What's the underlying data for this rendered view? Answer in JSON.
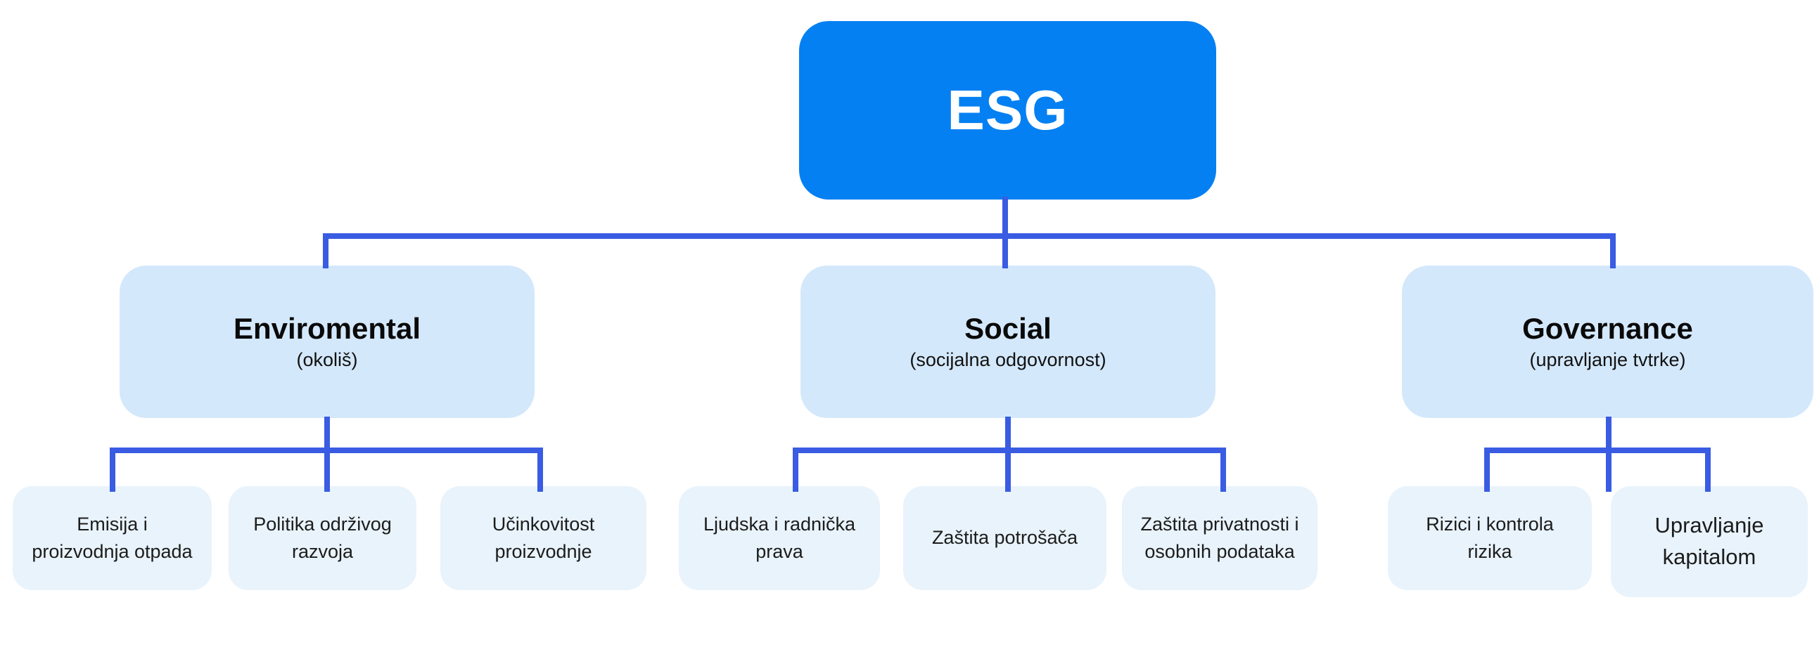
{
  "diagram": {
    "root": {
      "label": "ESG"
    },
    "branches": [
      {
        "title": "Enviromental",
        "subtitle": "(okoliš)",
        "children": [
          {
            "lines": [
              "Emisija i",
              "proizvodnja otpada"
            ]
          },
          {
            "lines": [
              "Politika održivog",
              "razvoja"
            ]
          },
          {
            "lines": [
              "Učinkovitost",
              "proizvodnje"
            ]
          }
        ]
      },
      {
        "title": "Social",
        "subtitle": "(socijalna odgovornost)",
        "children": [
          {
            "lines": [
              "Ljudska i radnička",
              "prava"
            ]
          },
          {
            "lines": [
              "Zaštita potrošača"
            ]
          },
          {
            "lines": [
              "Zaštita privatnosti i",
              "osobnih podataka"
            ]
          }
        ]
      },
      {
        "title": "Governance",
        "subtitle": "(upravljanje tvtrke)",
        "children": [
          {
            "lines": [
              "Rizici i kontrola",
              "rizika"
            ]
          },
          {
            "lines": [
              "Upravljanje",
              "kapitalom"
            ]
          }
        ]
      }
    ],
    "colors": {
      "root_fill": "#0580f2",
      "root_text": "#ffffff",
      "branch_fill": "#d4e8fb",
      "leaf_fill": "#e9f3fb",
      "connector": "#3a5ce2",
      "title_text": "#0a0a0a",
      "leaf_text": "#1c1c1c"
    }
  }
}
